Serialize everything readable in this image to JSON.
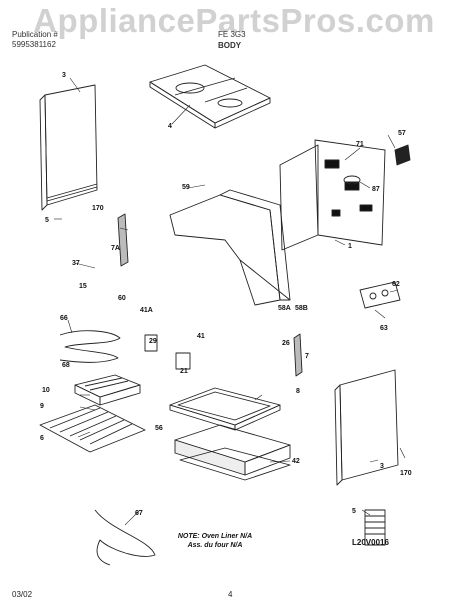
{
  "watermark": "AppliancePartsPros.com",
  "header": {
    "left_line1": "Publication #",
    "left_line2": "5995381162",
    "model": "FE 3G3",
    "section": "BODY"
  },
  "callouts": [
    "3",
    "4",
    "71",
    "57",
    "59",
    "87",
    "5",
    "170",
    "1",
    "7A",
    "37",
    "15",
    "60",
    "41A",
    "62",
    "58A",
    "58B",
    "66",
    "63",
    "26",
    "41",
    "7",
    "29",
    "68",
    "21",
    "10",
    "9",
    "6",
    "8",
    "56",
    "42",
    "3",
    "170",
    "5",
    "67"
  ],
  "note": {
    "line1": "NOTE: Oven Liner N/A",
    "line2": "Ass. du four N/A"
  },
  "drawing_code": "L20V0016",
  "footer": {
    "date": "03/02",
    "page": "4"
  },
  "colors": {
    "line": "#222222",
    "shade": "#555555",
    "watermark": "#c9c9c9"
  }
}
